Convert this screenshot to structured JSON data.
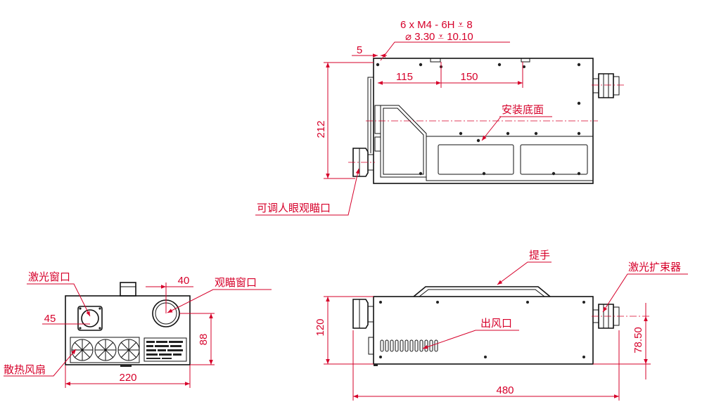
{
  "top_view": {
    "callout_line1": "6 x  M4 - 6H ⩡ 8",
    "callout_line2": "⌀ 3.30 ⩡ 10.10",
    "dim_5": "5",
    "dim_115": "115",
    "dim_150": "150",
    "dim_212": "212",
    "label_mount_face": "安装底面",
    "label_eyepiece": "可调人眼观瞄口"
  },
  "front_view": {
    "label_laser_window": "激光窗口",
    "label_view_window": "观瞄窗口",
    "label_fans": "散热风扇",
    "dim_45": "45",
    "dim_40": "40",
    "dim_88": "88",
    "dim_220": "220"
  },
  "side_view": {
    "label_handle": "提手",
    "label_expander": "激光扩束器",
    "label_air_outlet": "出风口",
    "dim_120": "120",
    "dim_480": "480",
    "dim_78_50": "78.50"
  }
}
